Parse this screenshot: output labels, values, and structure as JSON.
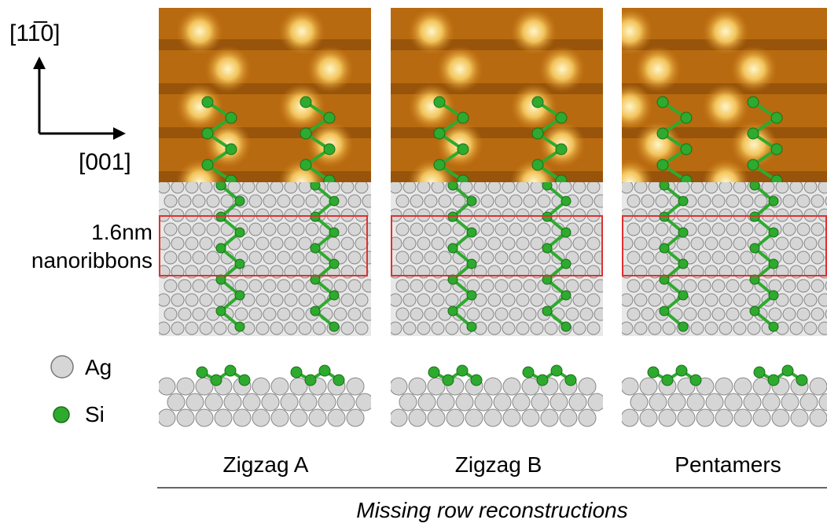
{
  "axes": {
    "vertical_label": "[11̅0]",
    "horizontal_label": "[001]"
  },
  "row_label": {
    "line1": "1.6nm",
    "line2": "nanoribbons"
  },
  "legend": {
    "items": [
      {
        "symbol": "ag-atom",
        "label": "Ag",
        "color": "#d0d0d0"
      },
      {
        "symbol": "si-atom",
        "label": "Si",
        "color": "#2eaa2e"
      }
    ]
  },
  "columns": [
    {
      "label": "Zigzag A"
    },
    {
      "label": "Zigzag B"
    },
    {
      "label": "Pentamers"
    }
  ],
  "footer": {
    "caption": "Missing row reconstructions"
  },
  "colors": {
    "stm_dark": "#5a2a00",
    "stm_mid": "#b86a10",
    "stm_bright": "#fff6c8",
    "ag": "#d6d6d6",
    "si": "#2eaa2e",
    "highlight": "#e03030"
  }
}
